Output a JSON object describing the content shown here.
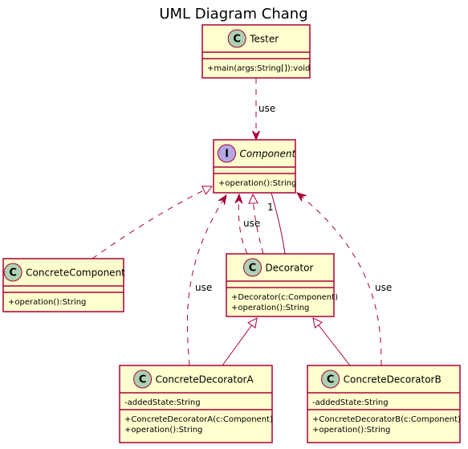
{
  "diagram": {
    "title": "UML Diagram Chang",
    "nodes": [
      {
        "id": "tester",
        "badge": "C",
        "name": "Tester",
        "fields": [],
        "methods": [
          "+main(args:String[]):void"
        ]
      },
      {
        "id": "component",
        "badge": "I",
        "name": "Component",
        "italic": true,
        "fields": [],
        "methods": [
          "+operation():String"
        ]
      },
      {
        "id": "concretecomponent",
        "badge": "C",
        "name": "ConcreteComponent",
        "fields": [],
        "methods": [
          "+operation():String"
        ]
      },
      {
        "id": "decorator",
        "badge": "C",
        "name": "Decorator",
        "fields": [],
        "methods": [
          "+Decorator(c:Component)",
          "+operation():String"
        ]
      },
      {
        "id": "concretedecoratora",
        "badge": "C",
        "name": "ConcreteDecoratorA",
        "fields": [
          "-addedState:String"
        ],
        "methods": [
          "+ConcreteDecoratorA(c:Component)",
          "+operation():String"
        ]
      },
      {
        "id": "concretedecoratorb",
        "badge": "C",
        "name": "ConcreteDecoratorB",
        "fields": [
          "-addedState:String"
        ],
        "methods": [
          "+ConcreteDecoratorB(c:Component)",
          "+operation():String"
        ]
      }
    ],
    "edges": [
      {
        "id": "tester-uses-component",
        "from": "tester",
        "to": "component",
        "kind": "dependency",
        "label": "use"
      },
      {
        "id": "concretecomponent-realizes-component",
        "from": "concretecomponent",
        "to": "component",
        "kind": "realization",
        "label": ""
      },
      {
        "id": "decorator-uses-component",
        "from": "decorator",
        "to": "component",
        "kind": "dependency",
        "label": "use"
      },
      {
        "id": "decorator-realizes-component",
        "from": "decorator",
        "to": "component",
        "kind": "realization",
        "label": ""
      },
      {
        "id": "decorator-association-component",
        "from": "decorator",
        "to": "component",
        "kind": "association",
        "label": "1"
      },
      {
        "id": "concretedecoratora-uses-component",
        "from": "concretedecoratora",
        "to": "component",
        "kind": "dependency",
        "label": "use"
      },
      {
        "id": "concretedecoratorb-uses-component",
        "from": "concretedecoratorb",
        "to": "component",
        "kind": "dependency",
        "label": "use"
      },
      {
        "id": "concretedecoratora-extends-decorator",
        "from": "concretedecoratora",
        "to": "decorator",
        "kind": "generalization",
        "label": ""
      },
      {
        "id": "concretedecoratorb-extends-decorator",
        "from": "concretedecoratorb",
        "to": "decorator",
        "kind": "generalization",
        "label": ""
      }
    ]
  }
}
